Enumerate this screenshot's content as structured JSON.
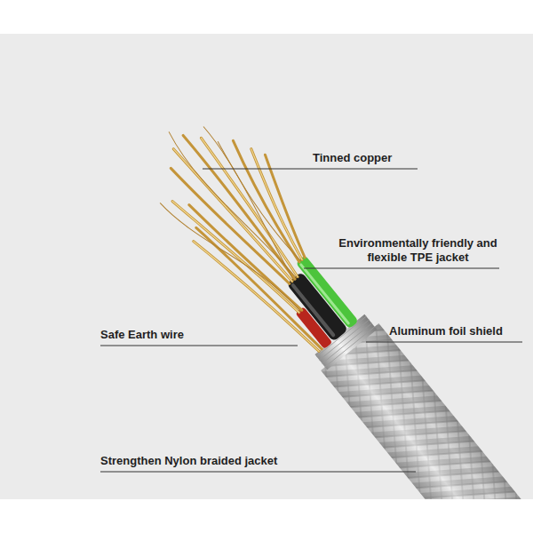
{
  "diagram": {
    "labels": [
      "Tinned copper",
      "Environmentally friendly and flexible TPE jacket",
      "Safe Earth wire",
      "Aluminum foil shield",
      "Strengthen Nylon braided jacket"
    ]
  }
}
